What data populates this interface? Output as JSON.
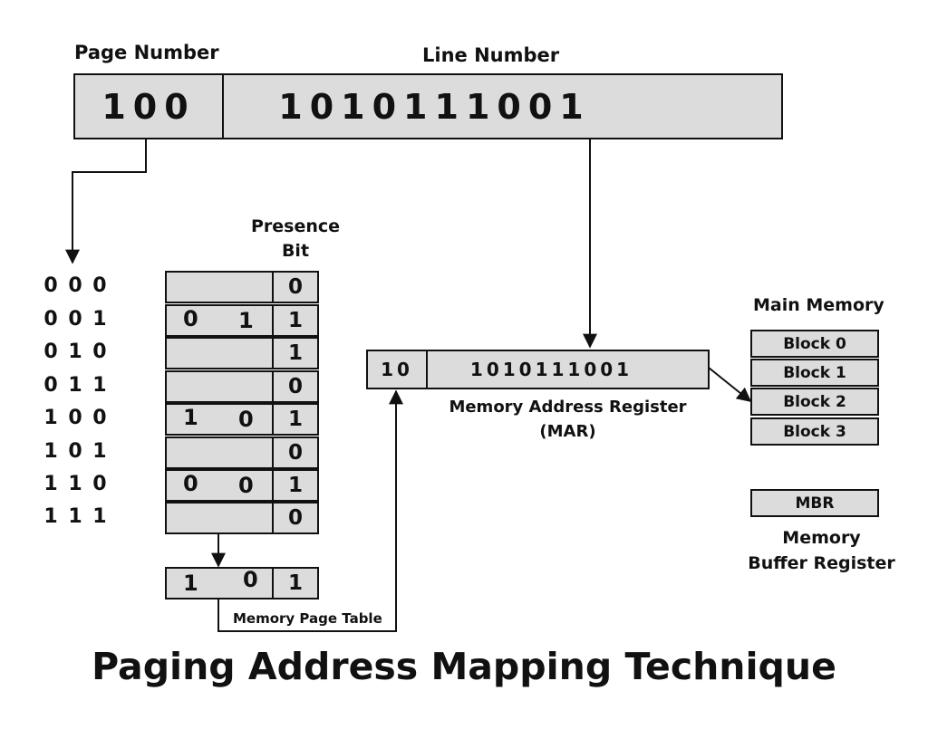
{
  "address": {
    "page_label": "Page Number",
    "line_label": "Line Number",
    "page_value": "100",
    "line_value": "1010111001"
  },
  "page_table": {
    "presence_label_line1": "Presence",
    "presence_label_line2": "Bit",
    "rows": [
      {
        "index": "0 0 0",
        "frame_a": "",
        "frame_b": "",
        "bit": "0"
      },
      {
        "index": "0 0 1",
        "frame_a": "0",
        "frame_b": "1",
        "bit": "1"
      },
      {
        "index": "0 1 0",
        "frame_a": "",
        "frame_b": "",
        "bit": "1"
      },
      {
        "index": "0 1 1",
        "frame_a": "",
        "frame_b": "",
        "bit": "0"
      },
      {
        "index": "1 0 0",
        "frame_a": "1",
        "frame_b": "0",
        "bit": "1"
      },
      {
        "index": "1 0 1",
        "frame_a": "",
        "frame_b": "",
        "bit": "0"
      },
      {
        "index": "1 1 0",
        "frame_a": "0",
        "frame_b": "0",
        "bit": "1"
      },
      {
        "index": "1 1 1",
        "frame_a": "",
        "frame_b": "",
        "bit": "0"
      }
    ],
    "result": {
      "frame_a": "1",
      "frame_b": "0",
      "bit": "1"
    },
    "caption": "Memory Page Table"
  },
  "mar": {
    "block_value": "10",
    "line_value": "1010111001",
    "label_line1": "Memory Address Register",
    "label_line2": "(MAR)"
  },
  "main_memory": {
    "title": "Main Memory",
    "blocks": [
      "Block 0",
      "Block 1",
      "Block 2",
      "Block 3"
    ]
  },
  "mbr": {
    "value": "MBR",
    "label_line1": "Memory",
    "label_line2": "Buffer Register"
  },
  "title": "Paging Address Mapping Technique"
}
